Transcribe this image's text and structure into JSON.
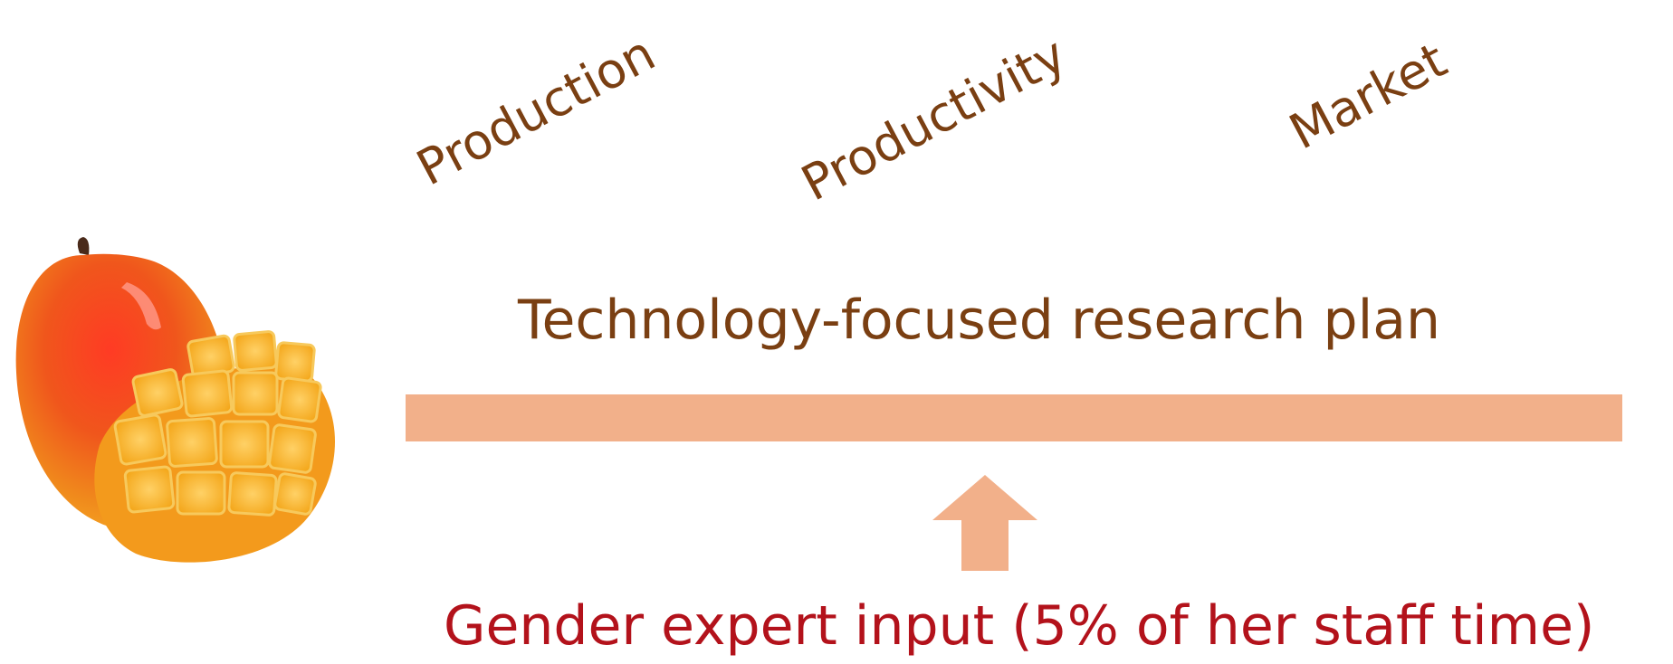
{
  "categories": {
    "production": "Production",
    "productivity": "Productivity",
    "market": "Market"
  },
  "plan": {
    "title": "Technology-focused research plan"
  },
  "input": {
    "label": "Gender expert input (5% of her staff time)"
  },
  "icons": {
    "fruit": "mango-icon",
    "arrow": "up-arrow-icon"
  },
  "colors": {
    "category_text": "#7a3f12",
    "plan_bar": "#f2b08a",
    "arrow": "#f2b08a",
    "input_text": "#b3121b"
  }
}
